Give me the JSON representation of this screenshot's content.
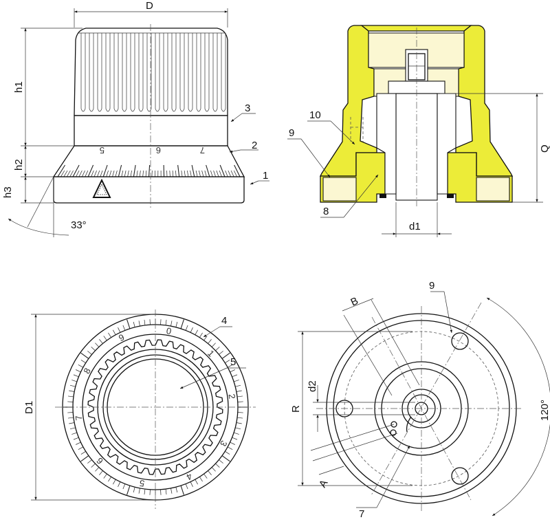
{
  "dimensions": {
    "D": "D",
    "h1": "h1",
    "h2": "h2",
    "h3": "h3",
    "angle": "33°",
    "Q": "Q",
    "d1": "d1",
    "D1": "D1",
    "R": "R",
    "B": "B",
    "d2": "d2",
    "A": "A",
    "angle120": "120°"
  },
  "callouts": {
    "c1": "1",
    "c2": "2",
    "c3": "3",
    "c4": "4",
    "c5": "5",
    "c7": "7",
    "c8": "8",
    "c9": "9",
    "c9b": "9",
    "c10": "10"
  },
  "scale_front": [
    "5",
    "6",
    "7"
  ],
  "scale_top": [
    "0",
    "1",
    "2",
    "3",
    "4",
    "5",
    "6",
    "7",
    "8",
    "9"
  ],
  "colors": {
    "section_fill": "#ecec38",
    "insert_fill": "#fbf7d2",
    "line": "#111111"
  }
}
